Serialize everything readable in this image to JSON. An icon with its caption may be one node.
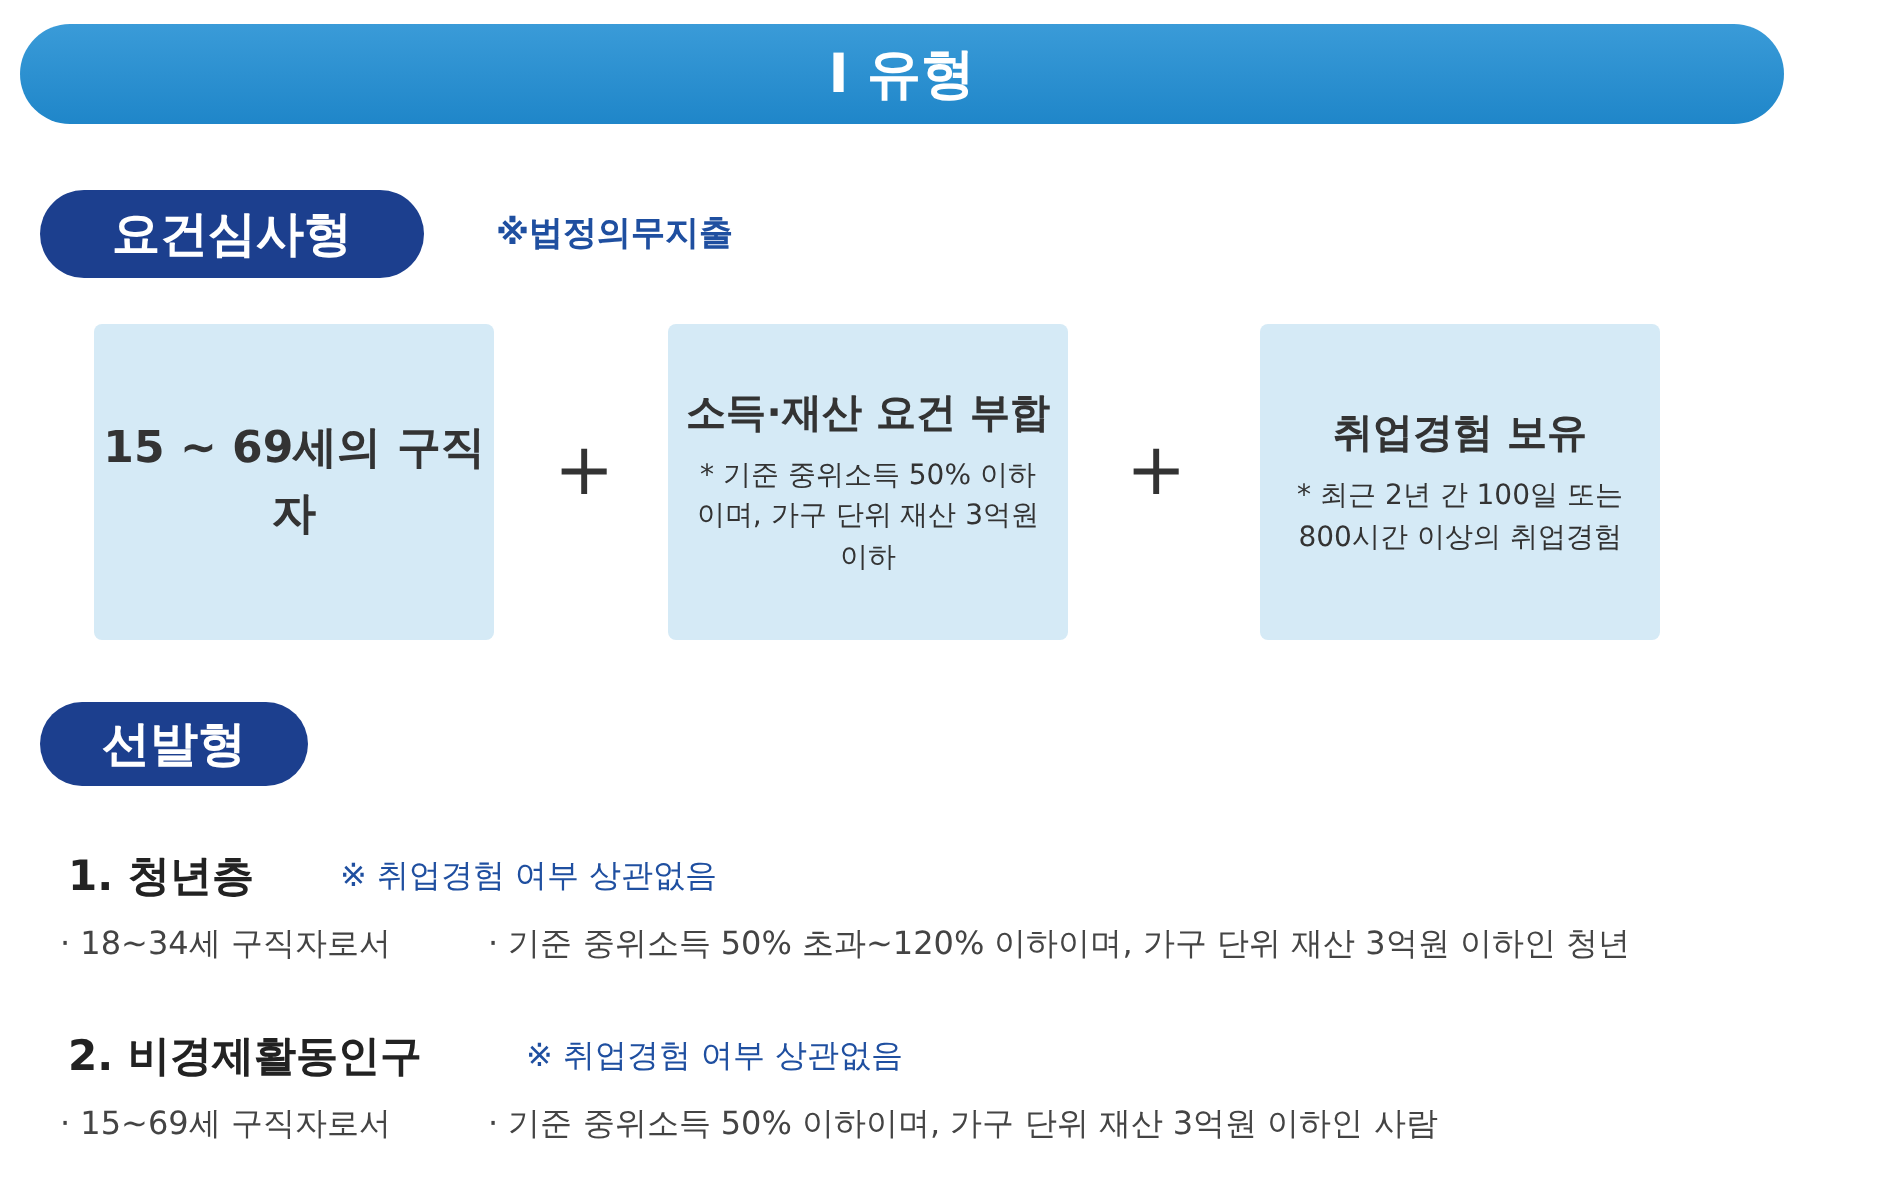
{
  "diagram": {
    "title": "I 유형",
    "nodes": [
      {
        "text": [
          "요건심사형"
        ],
        "beside": [
          "※법정의무지출"
        ]
      },
      {
        "text": [
          "15 ~ 69세의 구직자"
        ]
      },
      {
        "text": [
          "소득·재산 요건 부합",
          "* 기준 중위소득 50% 이하이며, 가구 단위 재산 3억원 이하"
        ]
      },
      {
        "text": [
          "취업경험 보유",
          "* 최근 2년 간 100일 또는 800시간 이상의 취업경험"
        ]
      },
      {
        "text": [
          "선발형"
        ]
      }
    ],
    "labels": [
      "+",
      "+",
      "1. 청년층",
      "※ 취업경험 여부 상관없음",
      "· 18~34세 구직자로서",
      "· 기준 중위소득 50% 초과~120% 이하이며, 가구 단위 재산 3억원 이하인 청년",
      "2. 비경제활동인구",
      "※ 취업경험 여부 상관없음",
      "· 15~69세 구직자로서",
      "· 기준 중위소득 50% 이하이며, 가구 단위 재산 3억원 이하인 사람"
    ]
  }
}
